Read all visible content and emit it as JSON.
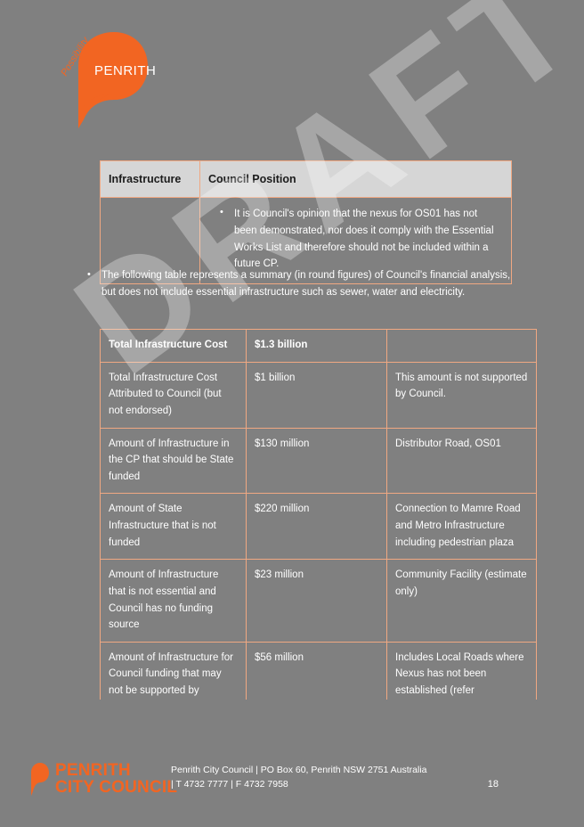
{
  "page": {
    "background_color": "#808080",
    "watermark_text": "DRAFT",
    "page_number": "18"
  },
  "logo": {
    "brand_name": "PENRITH",
    "tagline": "Possibility",
    "accent_color": "#f26522"
  },
  "infrastructure_table": {
    "headers": [
      "Infrastructure",
      "Council Position"
    ],
    "rows": [
      {
        "infrastructure": "",
        "council_position_bullets": [
          "It is Council's opinion that the nexus for OS01 has not been demonstrated, nor does it comply with the Essential Works List and therefore should not be included within a future CP."
        ]
      }
    ]
  },
  "summary_note": {
    "bullets": [
      "The following table represents a summary (in round figures) of Council's financial analysis, but does not include essential infrastructure such as sewer, water and electricity."
    ]
  },
  "financial_summary_table": {
    "rows": [
      {
        "item": "Total Infrastructure Cost",
        "amount": "$1.3 billion",
        "comment": "",
        "bold": true
      },
      {
        "item": "Total Infrastructure Cost Attributed to Council (but not endorsed)",
        "amount": "$1 billion",
        "comment": "This amount is not supported by Council.",
        "bold": false
      },
      {
        "item": "Amount of Infrastructure in the CP that should be State funded",
        "amount": "$130 million",
        "comment": "Distributor Road, OS01",
        "bold": false
      },
      {
        "item": "Amount of State Infrastructure that is not funded",
        "amount": "$220 million",
        "comment": "Connection to Mamre Road and Metro Infrastructure including pedestrian plaza",
        "bold": false
      },
      {
        "item": "Amount of Infrastructure that is not essential and Council has no funding source",
        "amount": "$23 million",
        "comment": "Community Facility (estimate only)",
        "bold": false
      },
      {
        "item": "Amount of Infrastructure for Council funding that may not be supported by",
        "amount": "$56 million",
        "comment": "Includes Local Roads where Nexus has not been established (refer",
        "bold": false
      }
    ]
  },
  "footer": {
    "logo_line_1": "PENRITH",
    "logo_line_2": "CITY COUNCIL",
    "address_line": "Penrith City Council | PO Box 60, Penrith NSW 2751 Australia",
    "contact_line": "| T 4732 7777 | F 4732 7958",
    "page_number": "18"
  }
}
